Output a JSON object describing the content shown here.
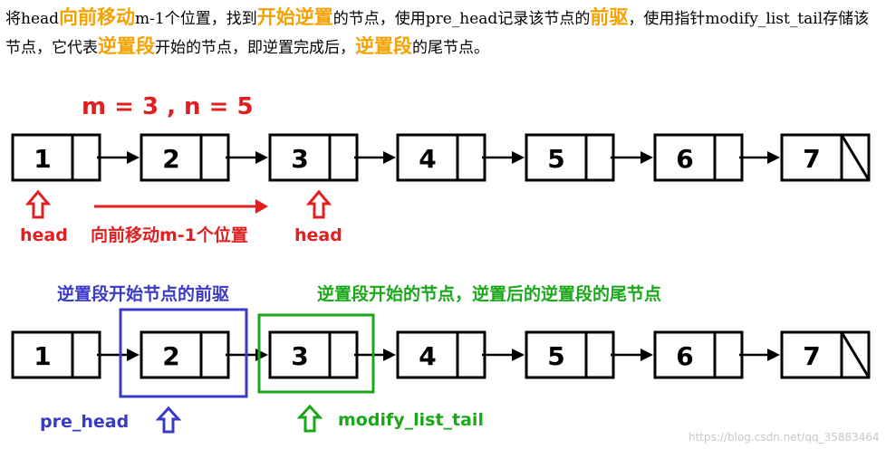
{
  "description": [
    {
      "t": "将head",
      "h": false
    },
    {
      "t": "向前移动",
      "h": true
    },
    {
      "t": "m-1个位置，找到",
      "h": false
    },
    {
      "t": "开始逆置",
      "h": true
    },
    {
      "t": "的节点，使用pre_head记录该节点的",
      "h": false
    },
    {
      "t": "前驱",
      "h": true
    },
    {
      "t": "，使用指针modify_list_tail存储该节点，它代表",
      "h": false
    },
    {
      "t": "逆置段",
      "h": true
    },
    {
      "t": "开始的节点，即逆置完成后，",
      "h": false
    },
    {
      "t": "逆置段",
      "h": true
    },
    {
      "t": "的尾节点。",
      "h": false
    }
  ],
  "colors": {
    "highlight": "#f5a100",
    "red": "#e02020",
    "blue": "#3a3ac8",
    "green": "#1aa81a",
    "black": "#000000"
  },
  "top_list": {
    "params": "m = 3 , n = 5",
    "nodes": [
      "1",
      "2",
      "3",
      "4",
      "5",
      "6",
      "7"
    ],
    "head_label_1": "head",
    "move_label": "向前移动m-1个位置",
    "head_label_2": "head"
  },
  "bottom_list": {
    "nodes": [
      "1",
      "2",
      "3",
      "4",
      "5",
      "6",
      "7"
    ],
    "blue_caption": "逆置段开始节点的前驱",
    "green_caption": "逆置段开始的节点，逆置后的逆置段的尾节点",
    "pre_head_label": "pre_head",
    "tail_label": "modify_list_tail"
  },
  "watermark": "https://blog.csdn.net/qq_35883464"
}
